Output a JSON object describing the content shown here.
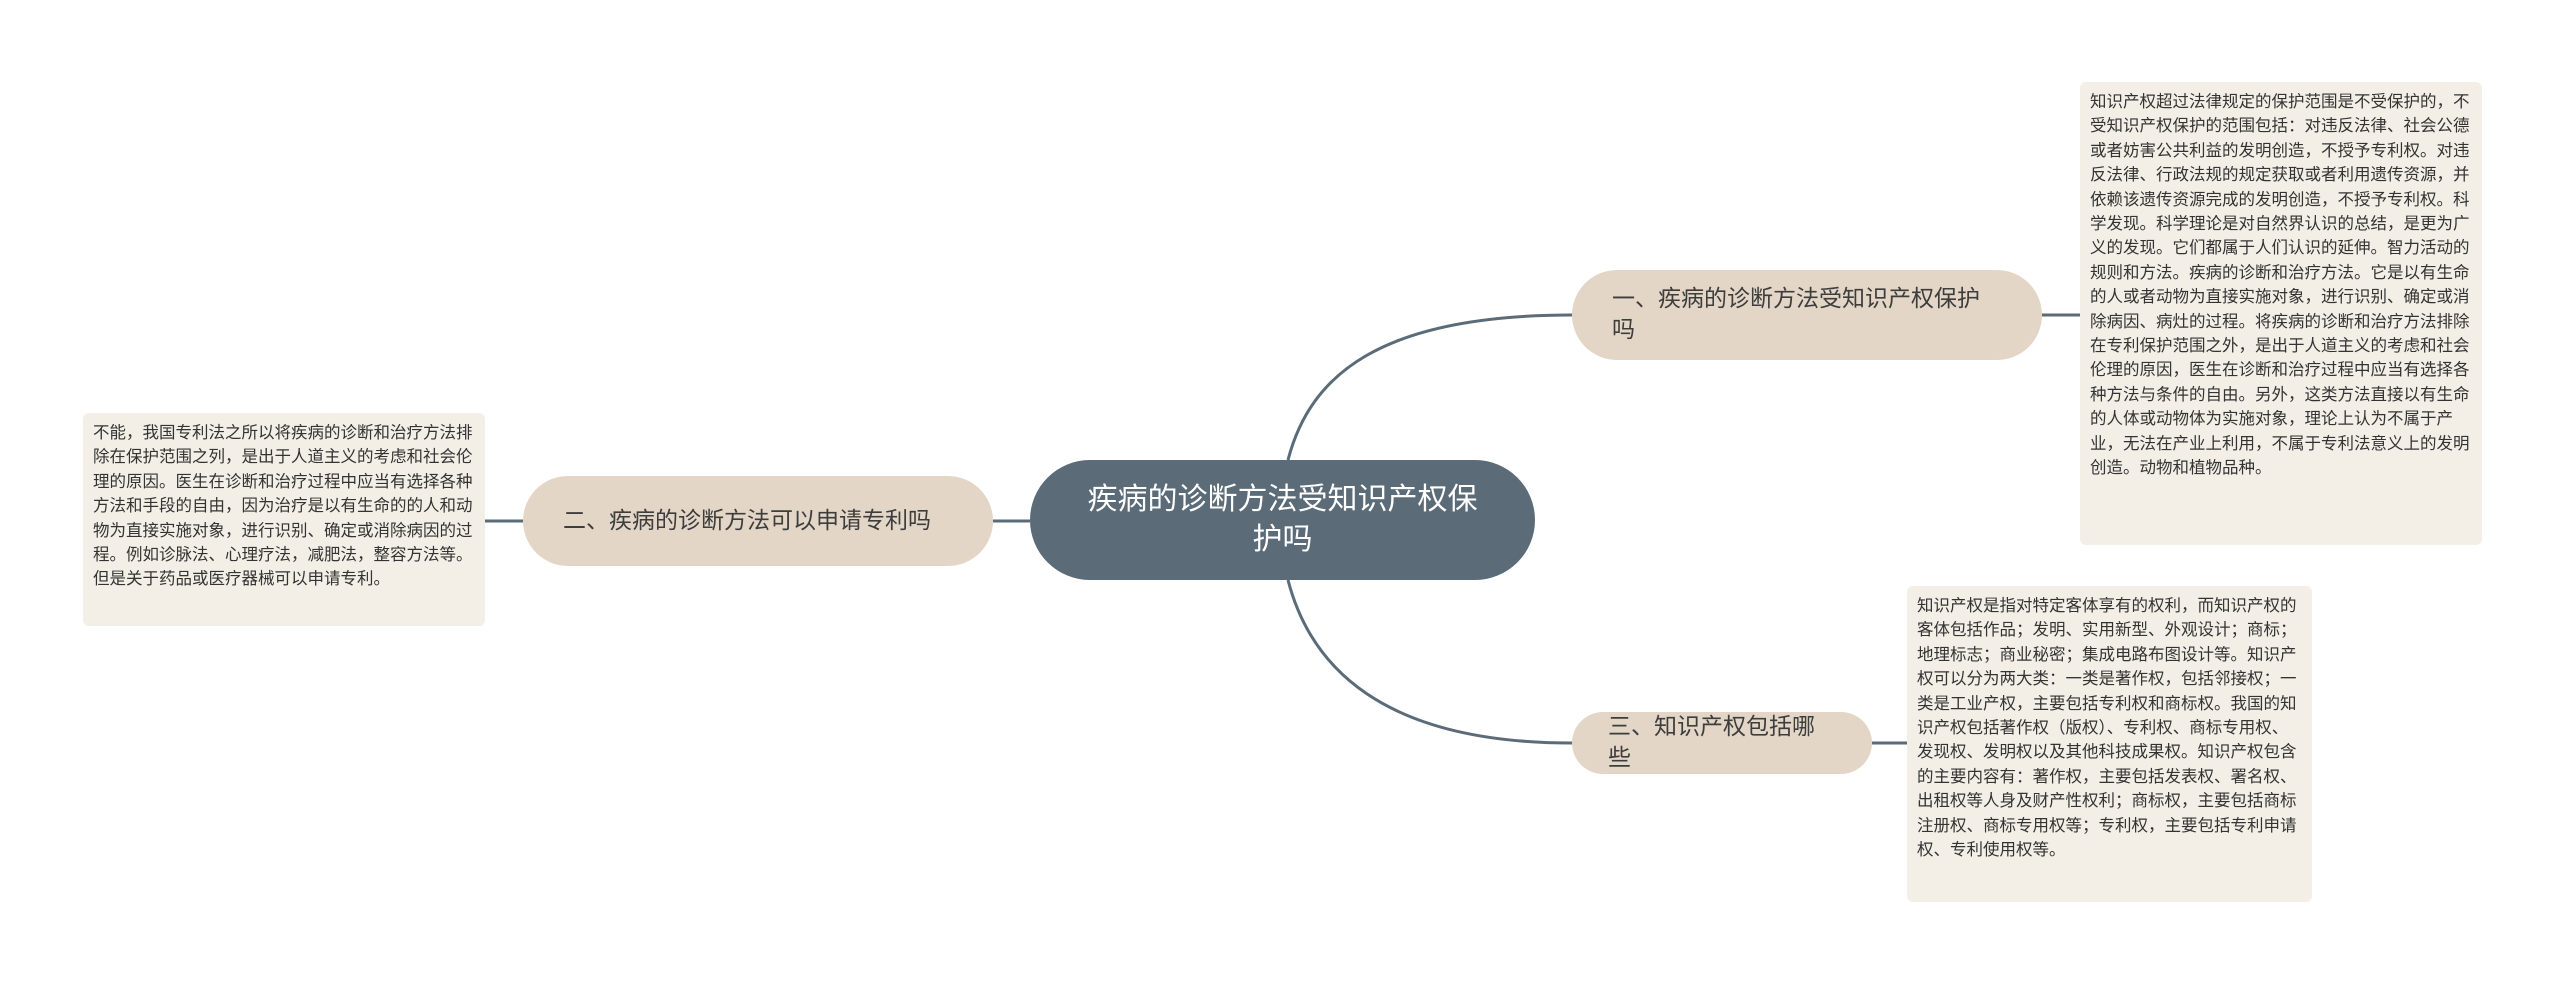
{
  "mindmap": {
    "center": {
      "label": "疾病的诊断方法受知识产权保护吗"
    },
    "branches": [
      {
        "label": "一、疾病的诊断方法受知识产权保护吗",
        "detail": "知识产权超过法律规定的保护范围是不受保护的，不受知识产权保护的范围包括：对违反法律、社会公德或者妨害公共利益的发明创造，不授予专利权。对违反法律、行政法规的规定获取或者利用遗传资源，并依赖该遗传资源完成的发明创造，不授予专利权。科学发现。科学理论是对自然界认识的总结，是更为广义的发现。它们都属于人们认识的延伸。智力活动的规则和方法。疾病的诊断和治疗方法。它是以有生命的人或者动物为直接实施对象，进行识别、确定或消除病因、病灶的过程。将疾病的诊断和治疗方法排除在专利保护范围之外，是出于人道主义的考虑和社会伦理的原因，医生在诊断和治疗过程中应当有选择各种方法与条件的自由。另外，这类方法直接以有生命的人体或动物体为实施对象，理论上认为不属于产业，无法在产业上利用，不属于专利法意义上的发明创造。动物和植物品种。"
      },
      {
        "label": "二、疾病的诊断方法可以申请专利吗",
        "detail": "不能，我国专利法之所以将疾病的诊断和治疗方法排除在保护范围之列，是出于人道主义的考虑和社会伦理的原因。医生在诊断和治疗过程中应当有选择各种方法和手段的自由，因为治疗是以有生命的的人和动物为直接实施对象，进行识别、确定或消除病因的过程。例如诊脉法、心理疗法，减肥法，整容方法等。但是关于药品或医疗器械可以申请专利。"
      },
      {
        "label": "三、知识产权包括哪些",
        "detail": "知识产权是指对特定客体享有的权利，而知识产权的客体包括作品；发明、实用新型、外观设计；商标；地理标志；商业秘密；集成电路布图设计等。知识产权可以分为两大类：一类是著作权，包括邻接权；一类是工业产权，主要包括专利权和商标权。我国的知识产权包括著作权（版权）、专利权、商标专用权、发现权、发明权以及其他科技成果权。知识产权包含的主要内容有：著作权，主要包括发表权、署名权、出租权等人身及财产性权利；商标权，主要包括商标注册权、商标专用权等；专利权，主要包括专利申请权、专利使用权等。"
      }
    ],
    "colors": {
      "center_fill": "#5b6b77",
      "center_text": "#ffffff",
      "branch_fill": "#e3d6c6",
      "leaf_fill": "#f4efe6",
      "connector": "#5b6b77"
    }
  }
}
